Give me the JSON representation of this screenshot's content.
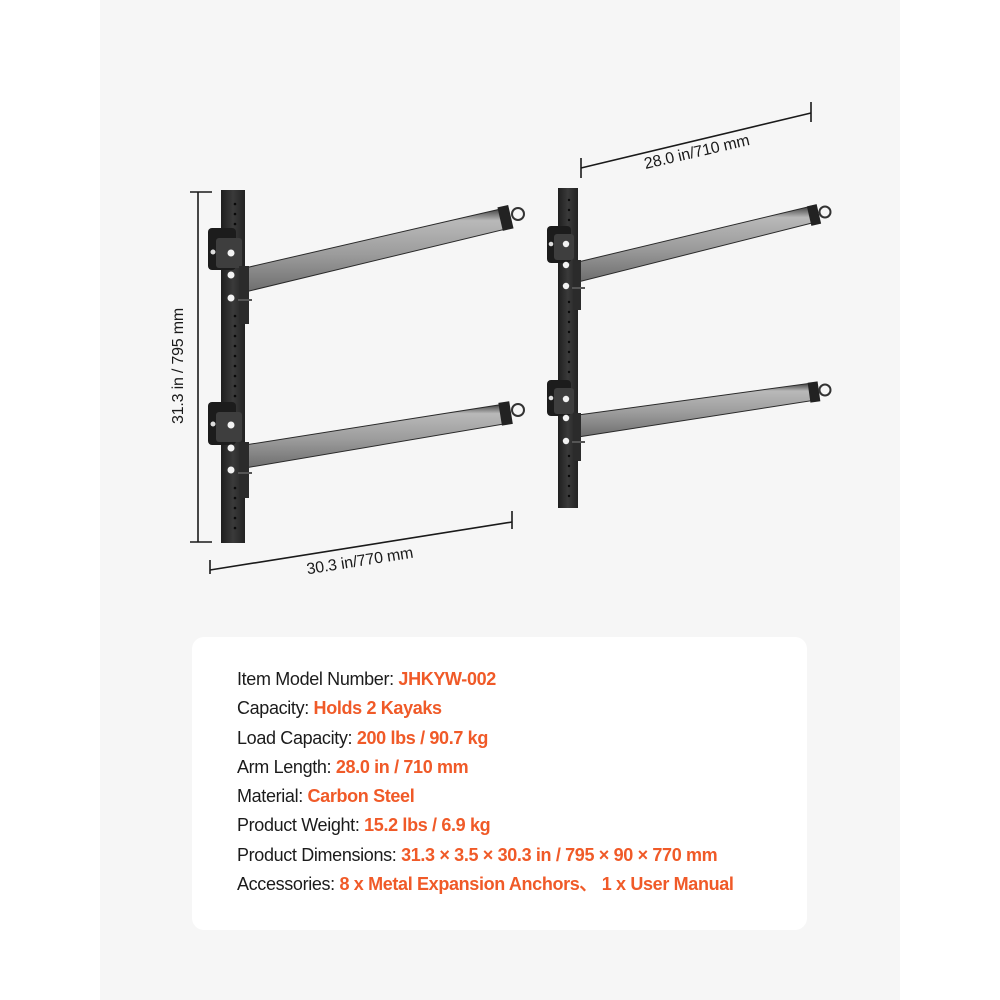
{
  "theme": {
    "accent": "#f05a28",
    "text": "#1b1b1b",
    "panel_bg": "#f6f6f6",
    "card_bg": "#ffffff",
    "metal_dark": "#2b2b2b",
    "metal_arm": "#9a9a9a"
  },
  "figure": {
    "height_dimension": "31.3 in / 795 mm",
    "width_dimension": "30.3 in/770 mm",
    "arm_dimension": "28.0 in/710 mm"
  },
  "specs": [
    {
      "label": "Item Model Number: ",
      "value": "JHKYW-002"
    },
    {
      "label": "Capacity: ",
      "value": "Holds 2 Kayaks"
    },
    {
      "label": "Load Capacity: ",
      "value": "200 lbs / 90.7 kg"
    },
    {
      "label": "Arm Length: ",
      "value": "28.0 in / 710 mm"
    },
    {
      "label": "Material: ",
      "value": "Carbon Steel"
    },
    {
      "label": "Product Weight: ",
      "value": "15.2 lbs / 6.9 kg"
    },
    {
      "label": "Product Dimensions: ",
      "value": "31.3 × 3.5 × 30.3 in / 795 × 90 × 770 mm"
    },
    {
      "label": "Accessories: ",
      "value": "8 x Metal Expansion Anchors、 1 x User Manual"
    }
  ]
}
